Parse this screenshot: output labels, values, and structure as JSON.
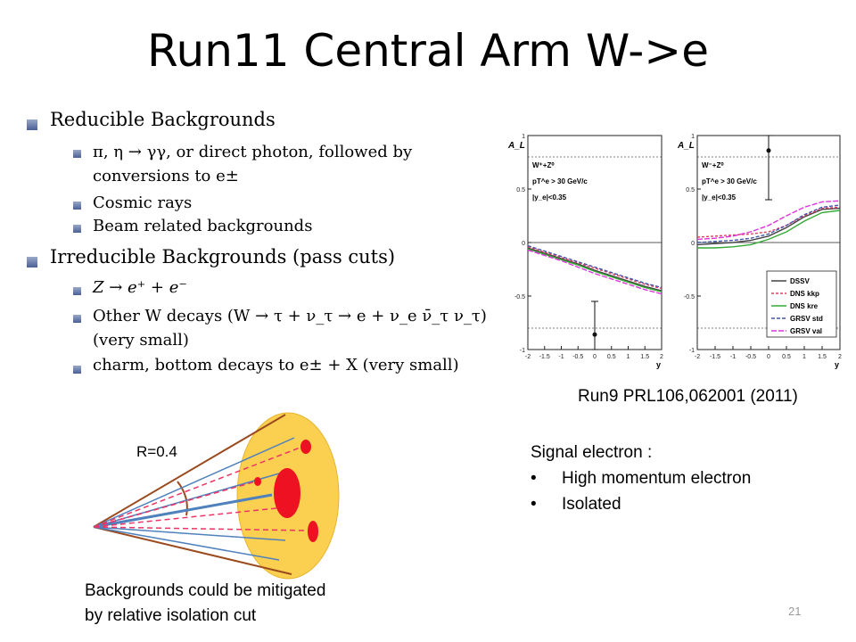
{
  "slide": {
    "title": "Run11 Central Arm W->e",
    "page_number": "21"
  },
  "bullets": {
    "reducible": {
      "heading": "Reducible Backgrounds",
      "item1_line1": "π, η → γγ, or direct photon, followed by",
      "item1_line2": "conversions to e±",
      "item2": "Cosmic rays",
      "item3": "Beam related backgrounds"
    },
    "irreducible": {
      "heading": "Irreducible Backgrounds (pass cuts)",
      "item1": "Z → e⁺ + e⁻",
      "item2_line1": "Other W decays (W → τ + ν_τ → e + ν_e ν̄_τ ν_τ)",
      "item2_line2": "(very small)",
      "item3": "charm, bottom decays to e± + X (very small)"
    }
  },
  "figure": {
    "caption": "Run9 PRL106,062001 (2011)",
    "left_panel": {
      "labels": [
        "W⁺+Z⁰",
        "pT^e > 30 GeV/c",
        "|y_e|<0.35"
      ]
    },
    "right_panel": {
      "labels": [
        "W⁻+Z⁰",
        "pT^e > 30 GeV/c",
        "|y_e|<0.35"
      ]
    },
    "y_axis_label": "A_L",
    "x_axis_label": "y",
    "legend": [
      "DSSV",
      "DNS kkp",
      "DNS kre",
      "GRSV std",
      "GRSV val"
    ]
  },
  "chart_data": [
    {
      "type": "line",
      "title": "",
      "panel_labels": [
        "W⁺+Z⁰",
        "pT^e > 30 GeV/c",
        "|y_e|<0.35"
      ],
      "xlabel": "y",
      "ylabel": "A_L",
      "xlim": [
        -2,
        2
      ],
      "ylim": [
        -1,
        1
      ],
      "x_ticks": [
        "-2",
        "-1.5",
        "-1",
        "-0.5",
        "0",
        "0.5",
        "1",
        "1.5",
        "2"
      ],
      "y_ticks": [
        "-1",
        "-0.5",
        "0",
        "0.5",
        "1"
      ],
      "x": [
        -2,
        -1.5,
        -1,
        -0.5,
        0,
        0.5,
        1,
        1.5,
        2
      ],
      "series": [
        {
          "name": "DSSV",
          "color": "#444444",
          "values": [
            -0.05,
            -0.1,
            -0.15,
            -0.2,
            -0.26,
            -0.31,
            -0.36,
            -0.41,
            -0.45
          ]
        },
        {
          "name": "DNS kkp",
          "color": "#e04060",
          "values": [
            -0.04,
            -0.09,
            -0.14,
            -0.19,
            -0.24,
            -0.29,
            -0.34,
            -0.39,
            -0.43
          ]
        },
        {
          "name": "DNS kre",
          "color": "#33aa33",
          "values": [
            -0.06,
            -0.11,
            -0.16,
            -0.21,
            -0.27,
            -0.32,
            -0.37,
            -0.42,
            -0.46
          ]
        },
        {
          "name": "GRSV std",
          "color": "#4455aa",
          "values": [
            -0.03,
            -0.08,
            -0.13,
            -0.18,
            -0.23,
            -0.28,
            -0.33,
            -0.38,
            -0.42
          ]
        },
        {
          "name": "GRSV val",
          "color": "#dd33dd",
          "values": [
            -0.07,
            -0.12,
            -0.17,
            -0.23,
            -0.29,
            -0.34,
            -0.39,
            -0.44,
            -0.48
          ]
        }
      ],
      "data_point": {
        "x": 0,
        "y": -0.86,
        "err_low": -1.0,
        "err_high": -0.55
      }
    },
    {
      "type": "line",
      "title": "",
      "panel_labels": [
        "W⁻+Z⁰",
        "pT^e > 30 GeV/c",
        "|y_e|<0.35"
      ],
      "xlabel": "y",
      "ylabel": "A_L",
      "xlim": [
        -2,
        2
      ],
      "ylim": [
        -1,
        1
      ],
      "x_ticks": [
        "-2",
        "-1.5",
        "-1",
        "-0.5",
        "0",
        "0.5",
        "1",
        "1.5",
        "2"
      ],
      "y_ticks": [
        "-1",
        "-0.5",
        "0",
        "0.5",
        "1"
      ],
      "x": [
        -2,
        -1.5,
        -1,
        -0.5,
        0,
        0.5,
        1,
        1.5,
        2
      ],
      "series": [
        {
          "name": "DSSV",
          "color": "#444444",
          "values": [
            -0.02,
            -0.01,
            0.0,
            0.02,
            0.06,
            0.14,
            0.24,
            0.31,
            0.32
          ]
        },
        {
          "name": "DNS kkp",
          "color": "#e04060",
          "values": [
            0.05,
            0.06,
            0.07,
            0.08,
            0.1,
            0.16,
            0.25,
            0.32,
            0.33
          ]
        },
        {
          "name": "DNS kre",
          "color": "#33aa33",
          "values": [
            -0.05,
            -0.05,
            -0.04,
            -0.02,
            0.03,
            0.1,
            0.2,
            0.28,
            0.3
          ]
        },
        {
          "name": "GRSV std",
          "color": "#4455aa",
          "values": [
            0.0,
            0.01,
            0.02,
            0.04,
            0.08,
            0.16,
            0.26,
            0.33,
            0.35
          ]
        },
        {
          "name": "GRSV val",
          "color": "#dd33dd",
          "values": [
            0.03,
            0.04,
            0.06,
            0.1,
            0.16,
            0.25,
            0.33,
            0.38,
            0.39
          ]
        }
      ],
      "data_point": {
        "x": 0,
        "y": 0.86,
        "err_low": 0.4,
        "err_high": 1.0
      }
    }
  ],
  "isolation_diagram": {
    "radius_label": "R=0.4",
    "caption_line1": "Backgrounds could be mitigated",
    "caption_line2": "by relative isolation cut"
  },
  "signal": {
    "heading": "Signal electron :",
    "items": [
      "High momentum electron",
      "Isolated"
    ]
  }
}
